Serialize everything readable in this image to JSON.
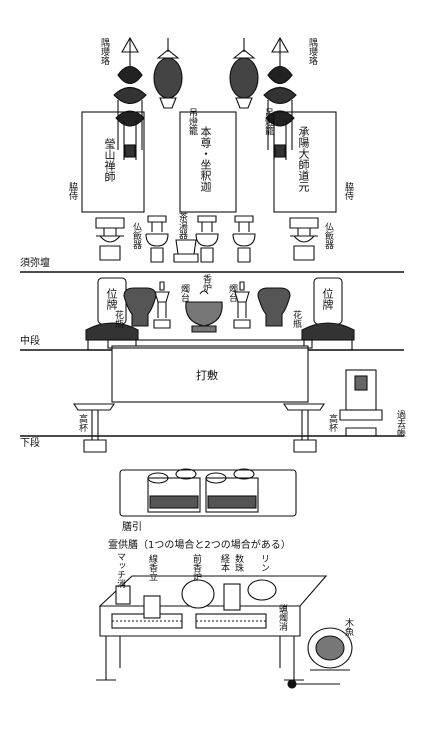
{
  "labels": {
    "guuraku_left": "隅瓔珞",
    "guuraku_right": "隅瓔珞",
    "tourou_left": "吊燈籠",
    "tourou_right": "吊燈籠",
    "keizan": "瑩山禅師",
    "honzon": "本尊・坐釈迦",
    "jouyou": "承陽大師道元",
    "wakiji_left": "脇侍",
    "wakiji_right": "脇侍",
    "buppanki_left": "仏飯器",
    "buppanki_right": "仏飯器",
    "chatouki": "茶湯器",
    "shumidan": "須弥壇",
    "ihai_left": "位牌",
    "ihai_right": "位牌",
    "shokudai_left": "燭台",
    "shokudai_right": "燭台",
    "kouro": "香炉",
    "kebyou_left": "花瓶",
    "kebyou_right": "花瓶",
    "chuudan": "中段",
    "uchishiki": "打敷",
    "takatsuki_left": "高杯",
    "takatsuki_right": "高杯",
    "kakochou": "過去帳",
    "gedan": "下段",
    "zenbiki": "膳引",
    "reiguzen": "霊供膳（1つの場合と2つの場合がある）",
    "matchikeshi": "マッチ消",
    "senkoutate": "線香立",
    "maekouro": "前香炉",
    "kyouhon": "経本",
    "juzu": "数珠",
    "rin": "リン",
    "rousokukeshi": "蝋燭消",
    "mokugyo": "木魚"
  },
  "colors": {
    "ink": "#111111",
    "paper": "#ffffff"
  }
}
